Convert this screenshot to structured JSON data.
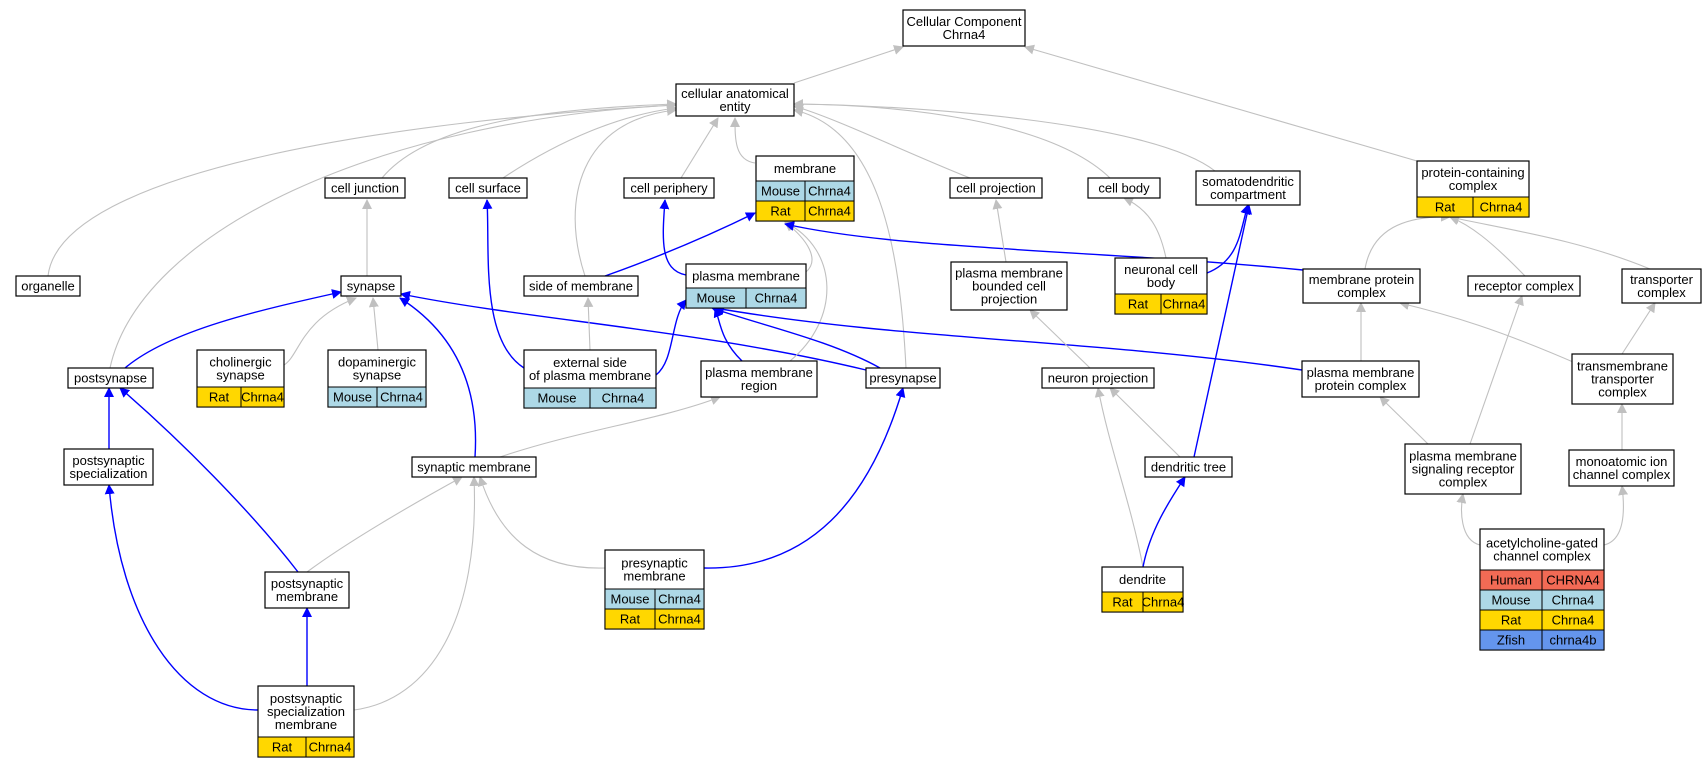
{
  "title": [
    "Cellular Component",
    "Chrna4"
  ],
  "colors": {
    "Human": "#f26a55",
    "Mouse": "#add8e6",
    "Rat": "#ffd700",
    "Zfish": "#6495ed",
    "edge_gray": "#c0c0c0",
    "edge_blue": "#0000ff"
  },
  "nodes": [
    {
      "id": "root",
      "lines": [
        "Cellular Component",
        "Chrna4"
      ],
      "rows": []
    },
    {
      "id": "cae",
      "lines": [
        "cellular anatomical",
        "entity"
      ],
      "rows": []
    },
    {
      "id": "cell_junction",
      "lines": [
        "cell junction"
      ],
      "rows": []
    },
    {
      "id": "cell_surface",
      "lines": [
        "cell surface"
      ],
      "rows": []
    },
    {
      "id": "cell_periphery",
      "lines": [
        "cell periphery"
      ],
      "rows": []
    },
    {
      "id": "membrane",
      "lines": [
        "membrane"
      ],
      "rows": [
        [
          "Mouse",
          "Chrna4"
        ],
        [
          "Rat",
          "Chrna4"
        ]
      ]
    },
    {
      "id": "cell_projection",
      "lines": [
        "cell projection"
      ],
      "rows": []
    },
    {
      "id": "cell_body",
      "lines": [
        "cell body"
      ],
      "rows": []
    },
    {
      "id": "somatodendritic",
      "lines": [
        "somatodendritic",
        "compartment"
      ],
      "rows": []
    },
    {
      "id": "pcc",
      "lines": [
        "protein-containing",
        "complex"
      ],
      "rows": [
        [
          "Rat",
          "Chrna4"
        ]
      ]
    },
    {
      "id": "organelle",
      "lines": [
        "organelle"
      ],
      "rows": []
    },
    {
      "id": "synapse",
      "lines": [
        "synapse"
      ],
      "rows": []
    },
    {
      "id": "side_membrane",
      "lines": [
        "side of membrane"
      ],
      "rows": []
    },
    {
      "id": "plasma_membrane",
      "lines": [
        "plasma membrane"
      ],
      "rows": [
        [
          "Mouse",
          "Chrna4"
        ]
      ]
    },
    {
      "id": "pmbcp",
      "lines": [
        "plasma membrane",
        "bounded cell",
        "projection"
      ],
      "rows": []
    },
    {
      "id": "neuronal_cell_body",
      "lines": [
        "neuronal cell",
        "body"
      ],
      "rows": [
        [
          "Rat",
          "Chrna4"
        ]
      ]
    },
    {
      "id": "membrane_protein_complex",
      "lines": [
        "membrane protein",
        "complex"
      ],
      "rows": []
    },
    {
      "id": "receptor_complex",
      "lines": [
        "receptor complex"
      ],
      "rows": []
    },
    {
      "id": "transporter_complex",
      "lines": [
        "transporter",
        "complex"
      ],
      "rows": []
    },
    {
      "id": "postsynapse",
      "lines": [
        "postsynapse"
      ],
      "rows": []
    },
    {
      "id": "cholinergic",
      "lines": [
        "cholinergic",
        "synapse"
      ],
      "rows": [
        [
          "Rat",
          "Chrna4"
        ]
      ]
    },
    {
      "id": "dopaminergic",
      "lines": [
        "dopaminergic",
        "synapse"
      ],
      "rows": [
        [
          "Mouse",
          "Chrna4"
        ]
      ]
    },
    {
      "id": "external_side",
      "lines": [
        "external side",
        "of plasma membrane"
      ],
      "rows": [
        [
          "Mouse",
          "Chrna4"
        ]
      ]
    },
    {
      "id": "pm_region",
      "lines": [
        "plasma membrane",
        "region"
      ],
      "rows": []
    },
    {
      "id": "presynapse",
      "lines": [
        "presynapse"
      ],
      "rows": []
    },
    {
      "id": "neuron_projection",
      "lines": [
        "neuron projection"
      ],
      "rows": []
    },
    {
      "id": "pm_protein_complex",
      "lines": [
        "plasma membrane",
        "protein complex"
      ],
      "rows": []
    },
    {
      "id": "tm_transporter",
      "lines": [
        "transmembrane",
        "transporter",
        "complex"
      ],
      "rows": []
    },
    {
      "id": "postsyn_spec",
      "lines": [
        "postsynaptic",
        "specialization"
      ],
      "rows": []
    },
    {
      "id": "synaptic_membrane",
      "lines": [
        "synaptic membrane"
      ],
      "rows": []
    },
    {
      "id": "dendritic_tree",
      "lines": [
        "dendritic tree"
      ],
      "rows": []
    },
    {
      "id": "pm_signaling",
      "lines": [
        "plasma membrane",
        "signaling receptor",
        "complex"
      ],
      "rows": []
    },
    {
      "id": "monoatomic",
      "lines": [
        "monoatomic ion",
        "channel complex"
      ],
      "rows": []
    },
    {
      "id": "postsyn_membrane",
      "lines": [
        "postsynaptic",
        "membrane"
      ],
      "rows": []
    },
    {
      "id": "presyn_membrane",
      "lines": [
        "presynaptic",
        "membrane"
      ],
      "rows": [
        [
          "Mouse",
          "Chrna4"
        ],
        [
          "Rat",
          "Chrna4"
        ]
      ]
    },
    {
      "id": "dendrite",
      "lines": [
        "dendrite"
      ],
      "rows": [
        [
          "Rat",
          "Chrna4"
        ]
      ]
    },
    {
      "id": "achr",
      "lines": [
        "acetylcholine-gated",
        "channel complex"
      ],
      "rows": [
        [
          "Human",
          "CHRNA4"
        ],
        [
          "Mouse",
          "Chrna4"
        ],
        [
          "Rat",
          "Chrna4"
        ],
        [
          "Zfish",
          "chrna4b"
        ]
      ]
    },
    {
      "id": "pssm",
      "lines": [
        "postsynaptic",
        "specialization",
        "membrane"
      ],
      "rows": [
        [
          "Rat",
          "Chrna4"
        ]
      ]
    }
  ]
}
